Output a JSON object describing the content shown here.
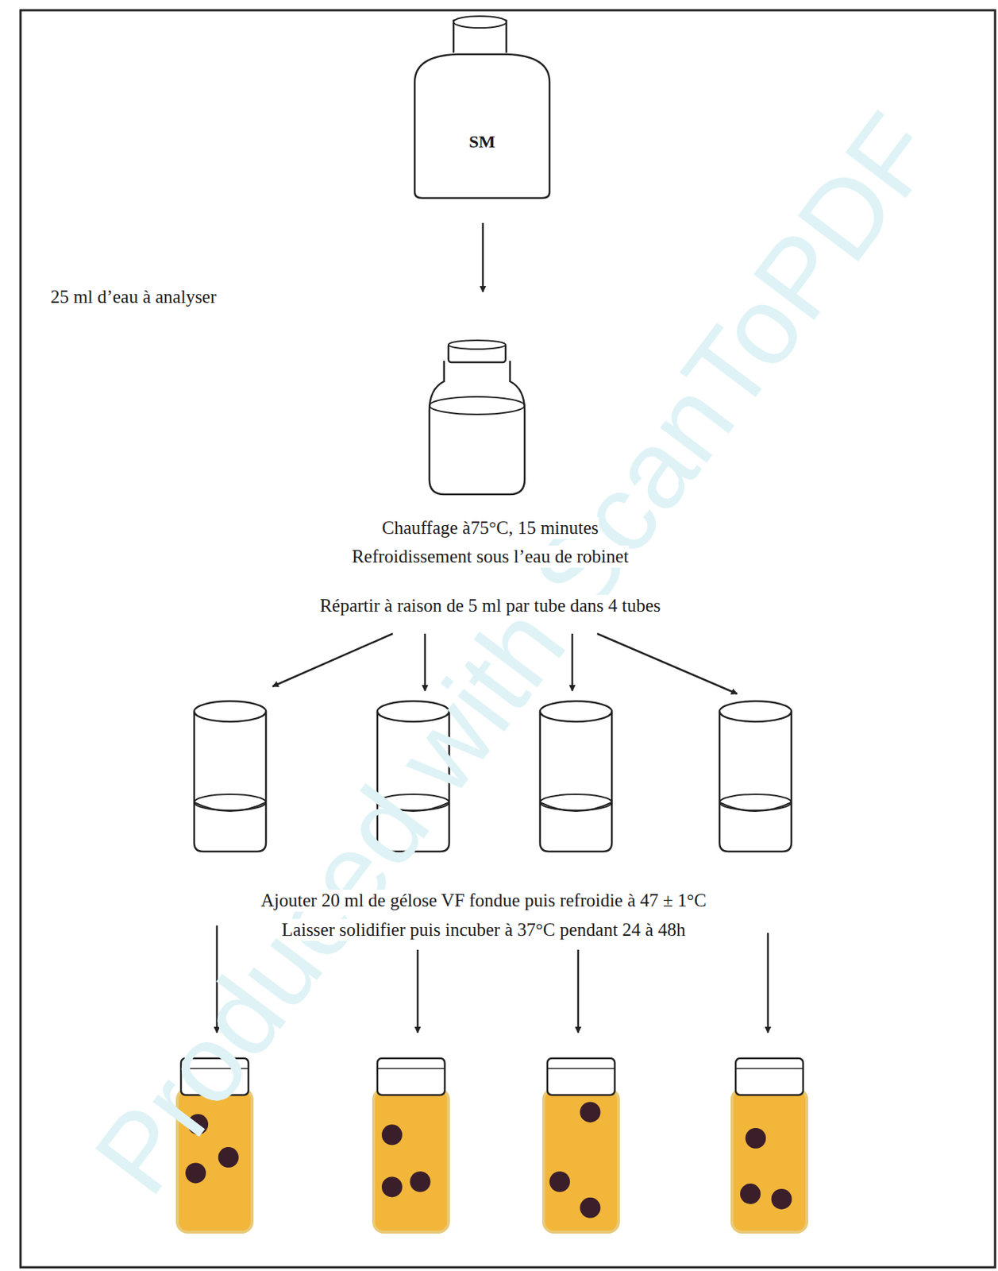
{
  "diagram": {
    "nodes": [
      {
        "text": [
          "SM"
        ]
      }
    ],
    "labels": [
      "25 ml d’eau à analyser",
      "Chauffage à75°C, 15 minutes",
      "Refroidissement sous l’eau de robinet",
      "Répartir à raison de 5 ml par tube dans 4 tubes",
      "Ajouter 20 ml de gélose VF fondue puis refroidie à 47 ± 1°C",
      "Laisser solidifier puis incuber à 37°C pendant 24 à 48h",
      "Produced with ScanToPDF"
    ]
  }
}
